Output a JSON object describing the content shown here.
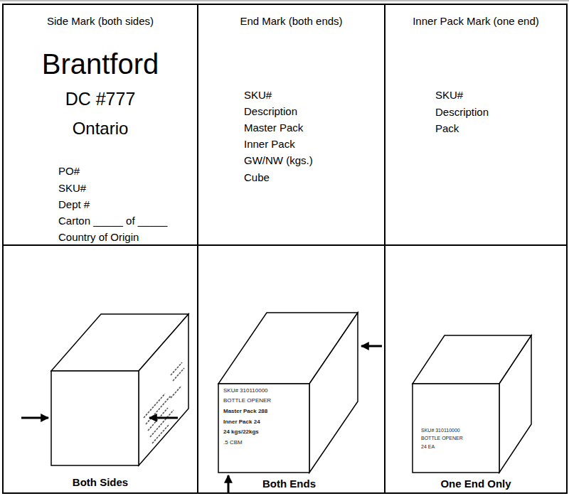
{
  "diagram": {
    "nodes": [
      {
        "text": [
          "Side Mark (both sides)",
          "Brantford",
          "DC #777",
          "Ontario",
          "PO#",
          "SKU#",
          "Dept #",
          "Carton _____ of _____",
          "Country of Origin"
        ]
      },
      {
        "text": [
          "End Mark (both ends)",
          "SKU#",
          "Description",
          "Master Pack",
          "Inner Pack",
          "GW/NW (kgs.)",
          "Cube"
        ]
      },
      {
        "text": [
          "Inner Pack Mark (one end)",
          "SKU#",
          "Description",
          "Pack"
        ]
      },
      {
        "text": [
          "Both Sides"
        ]
      },
      {
        "text": [
          "Both Ends"
        ]
      },
      {
        "text": [
          "One End Only"
        ]
      }
    ],
    "labels": [
      "SKU# 310110000",
      "BOTTLE OPENER",
      "Master Pack 288",
      "Inner Pack 24",
      "24 kgs/22kgs",
      ".5 CBM",
      "SKU# 310110000",
      "BOTTLE OPENER",
      "24 EA"
    ]
  }
}
